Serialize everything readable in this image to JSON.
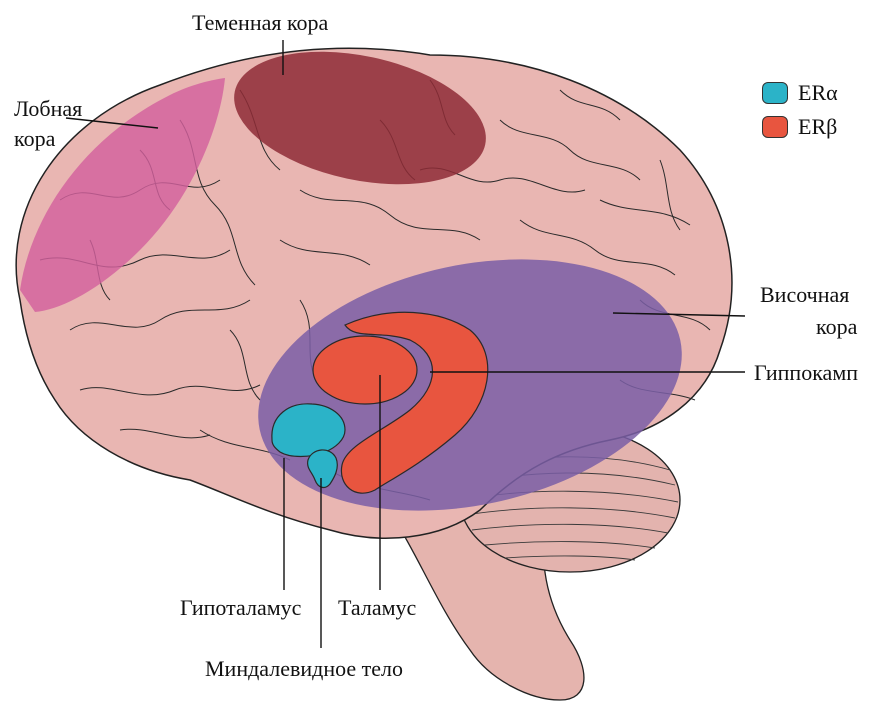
{
  "labels": {
    "parietal": "Теменная кора",
    "frontal_1": "Лобная",
    "frontal_2": "кора",
    "temporal_1": "Височная",
    "temporal_2": "кора",
    "hippocampus": "Гиппокамп",
    "hypothalamus": "Гипоталамус",
    "thalamus": "Таламус",
    "amygdala": "Миндалевидное тело"
  },
  "legend": [
    {
      "label": "ERα",
      "color": "#2bb3c8"
    },
    {
      "label": "ERβ",
      "color": "#e8553f"
    }
  ],
  "colors": {
    "brain": "#e9b6b2",
    "gyri_lines": "#2a2a2a",
    "frontal_region": "#d3609e",
    "parietal_region": "#8e2b36",
    "temporal_region": "#7a5ea6",
    "er_alpha": "#2bb3c8",
    "er_beta": "#e8553f",
    "cerebellum": "#e3b3ae",
    "brainstem": "#e5b4ae"
  }
}
